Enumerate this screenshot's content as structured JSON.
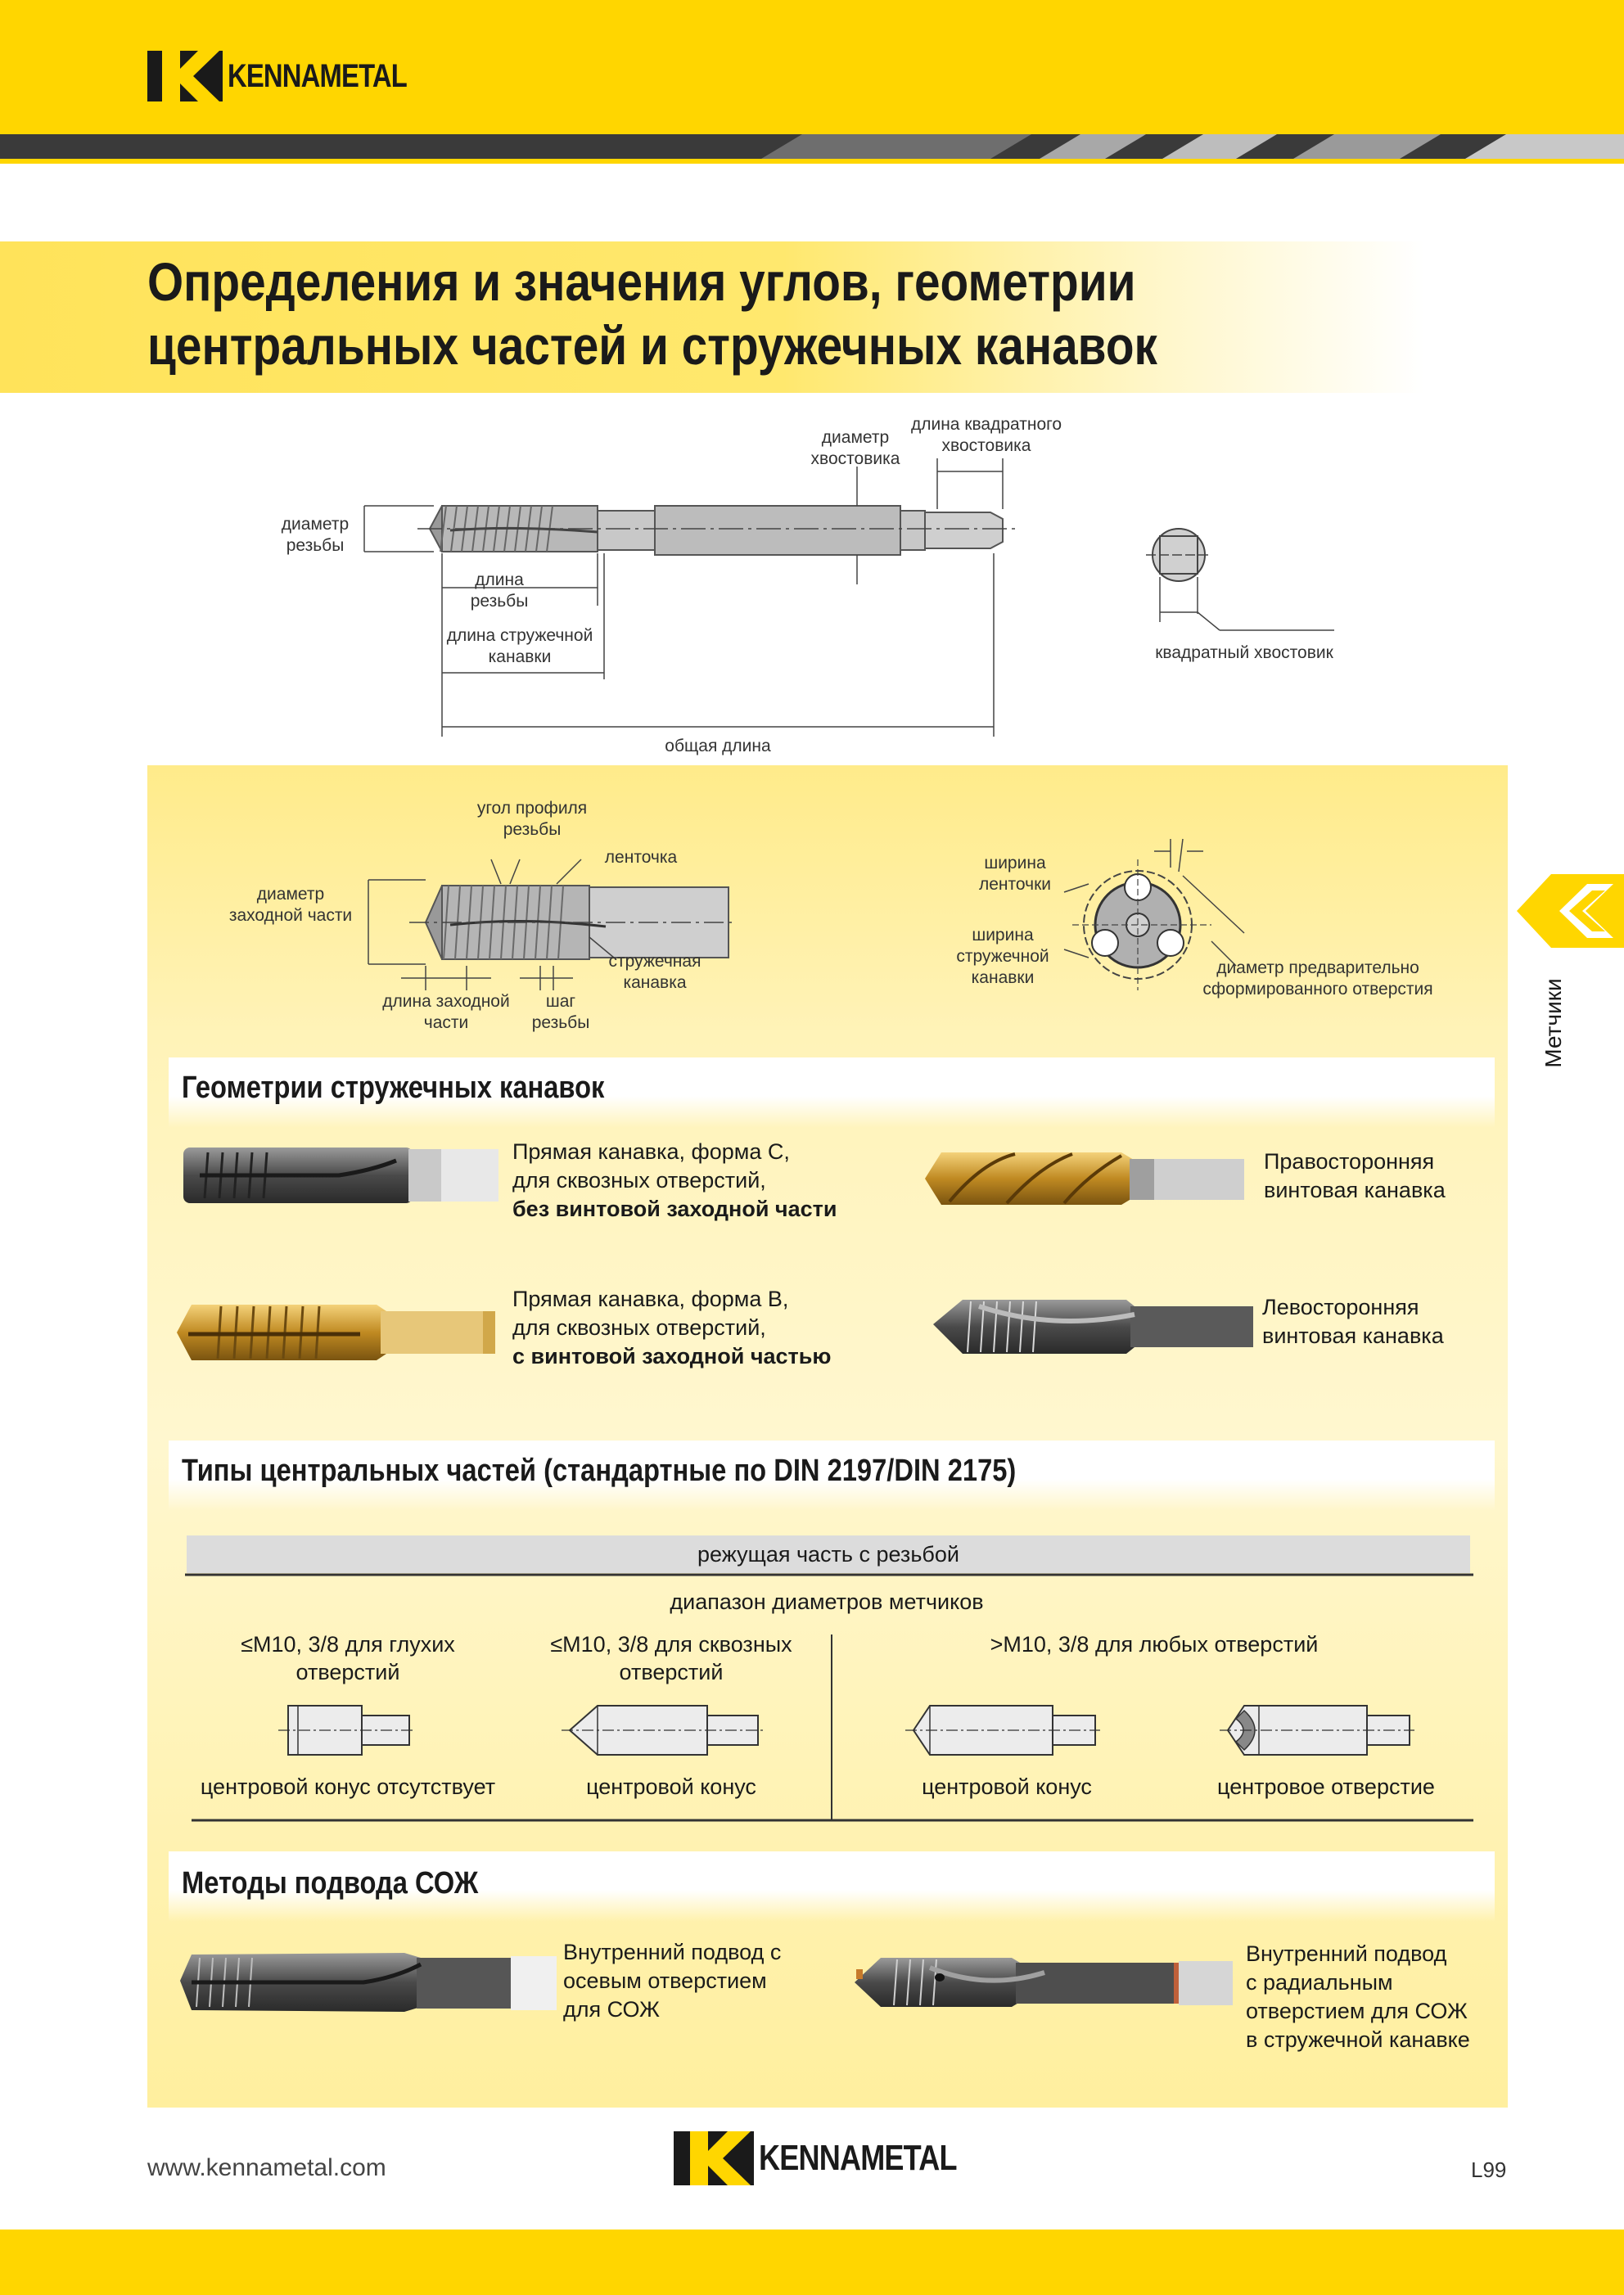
{
  "brand": {
    "name": "KENNAMETAL"
  },
  "page": {
    "title_line1": "Определения и значения углов, геометрии",
    "title_line2": "центральных частей и стружечных канавок",
    "side_tab": "Метчики",
    "footer_url": "www.kennametal.com",
    "page_number": "L99"
  },
  "diagram1": {
    "thread_diameter": "диаметр резьбы",
    "shank_diameter": "диаметр хвостовика",
    "square_length": "длина квадратного хвостовика",
    "thread_length": "длина резьбы",
    "flute_length": "длина стружечной канавки",
    "overall_length": "общая длина",
    "square_shank": "квадратный хвостовик"
  },
  "diagram2": {
    "thread_angle": "угол профиля резьбы",
    "land": "ленточка",
    "chamfer_diameter": "диаметр заходной части",
    "flute": "стружечная канавка",
    "chamfer_length": "длина заходной части",
    "pitch": "шаг резьбы",
    "land_width": "ширина ленточки",
    "flute_width": "ширина стружечной канавки",
    "predrill": "диаметр предварительно сформированного отверстия"
  },
  "flute_geometry": {
    "title": "Геометрии стружечных канавок",
    "items": [
      {
        "l1": "Прямая канавка, форма C,",
        "l2": "для сквозных отверстий,",
        "bold": "без винтовой заходной части"
      },
      {
        "l1": "Правосторонняя",
        "l2": "винтовая канавка",
        "bold": ""
      },
      {
        "l1": "Прямая канавка, форма B,",
        "l2": "для сквозных отверстий,",
        "bold": "с винтовой заходной частью"
      },
      {
        "l1": "Левосторонняя",
        "l2": "винтовая канавка",
        "bold": ""
      }
    ]
  },
  "center_types": {
    "title": "Типы центральных частей (стандартные по DIN 2197/DIN 2175)",
    "header": "режущая часть с резьбой",
    "subheader": "диапазон диаметров метчиков",
    "group1_l1": "≤M10, 3/8 для глухих",
    "group1_l2": "отверстий",
    "group2_l1": "≤M10, 3/8 для сквозных",
    "group2_l2": "отверстий",
    "group3": ">M10, 3/8 для любых отверстий",
    "captions": [
      "центровой конус отсутствует",
      "центровой конус",
      "центровой конус",
      "центровое отверстие"
    ]
  },
  "coolant": {
    "title": "Методы подвода СОЖ",
    "item1": [
      "Внутренний подвод с",
      "осевым отверстием",
      "для СОЖ"
    ],
    "item2": [
      "Внутренний подвод",
      "с радиальным",
      "отверстием для СОЖ",
      "в стружечной канавке"
    ]
  },
  "colors": {
    "brand_yellow": "#ffd600",
    "stripe_dark": "#2b2b2b",
    "stripe_grey": "#8c8c8c"
  }
}
